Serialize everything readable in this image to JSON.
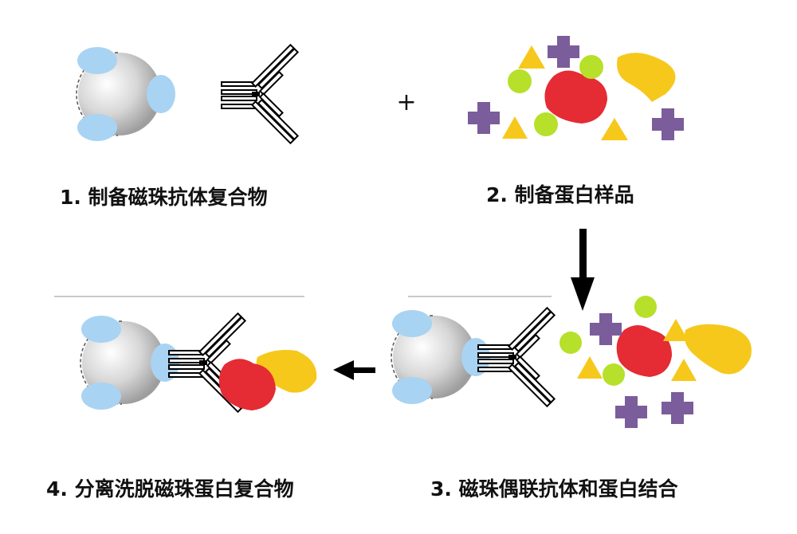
{
  "captions": {
    "step1": "1. 制备磁珠抗体复合物",
    "step2": "2. 制备蛋白样品",
    "step3": "3. 磁珠偶联抗体和蛋白结合",
    "step4": "4. 分离洗脱磁珠蛋白复合物"
  },
  "plus_sign": "+",
  "colors": {
    "bead": "#c9c9c9",
    "binding_protein": "#a9d3f2",
    "target_protein": "#e52b33",
    "yellow_protein": "#f6c81b",
    "green_molecule": "#b6e02a",
    "purple_molecule": "#7a5d9a"
  },
  "icons": {
    "bead": "magnetic-bead-icon",
    "antibody": "antibody-icon",
    "target": "target-protein-icon"
  }
}
